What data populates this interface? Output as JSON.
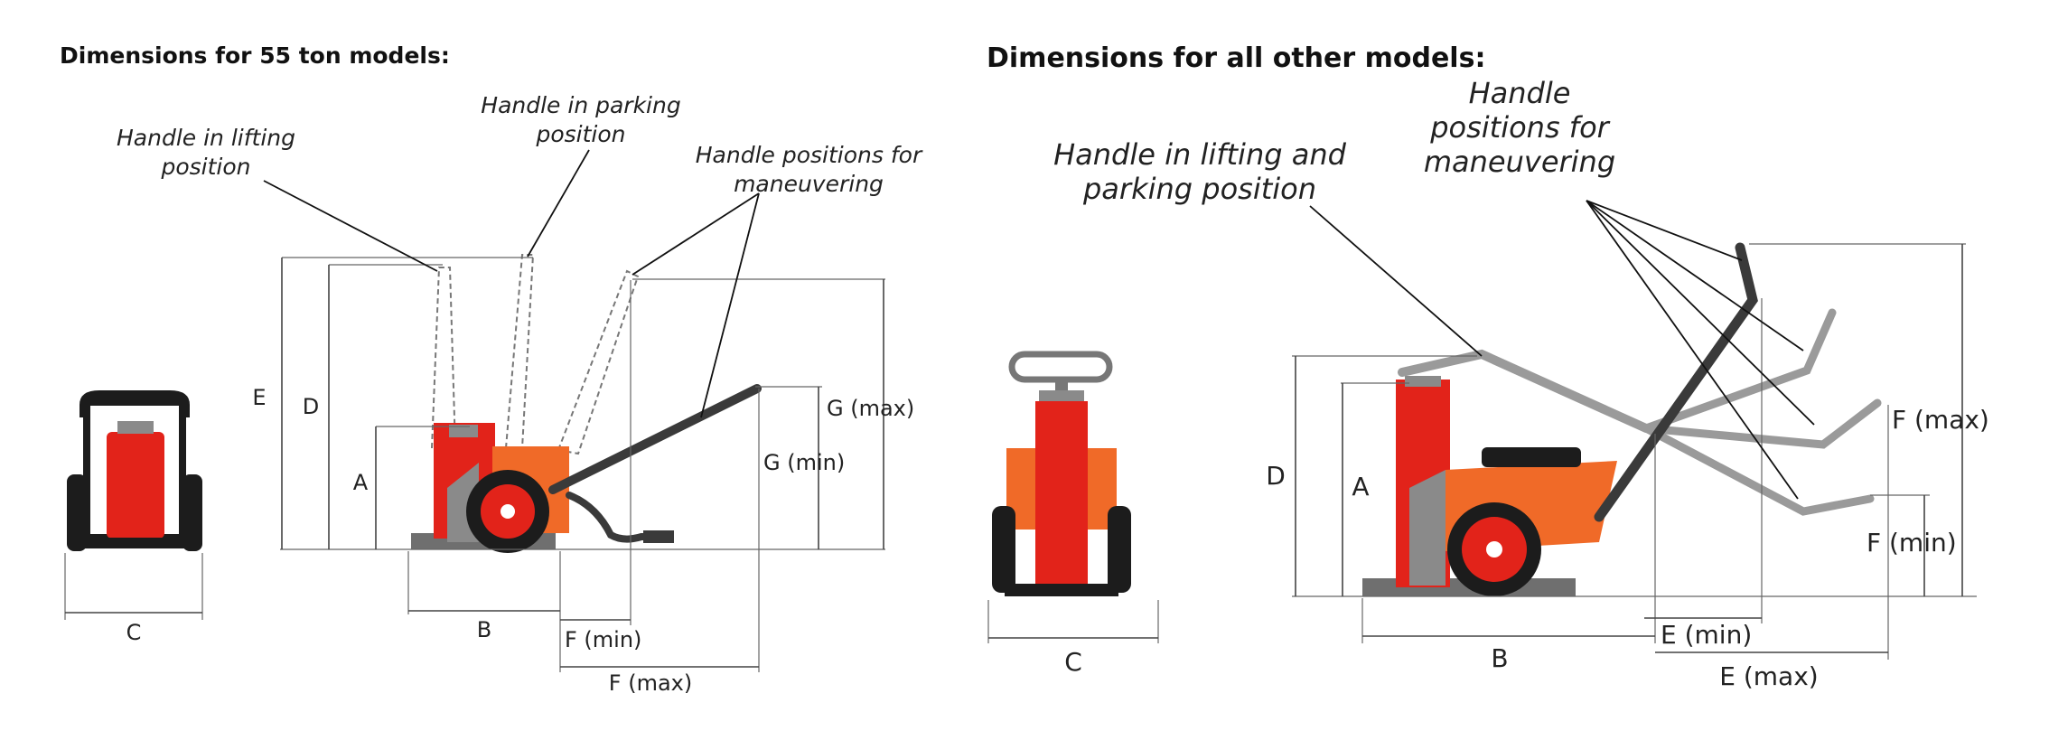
{
  "colors": {
    "body": "#e2231a",
    "chassis": "#f06a28",
    "steel": "#8a8a8a",
    "tire": "#1c1c1c",
    "handle": "#3a3a3a",
    "line": "#444444"
  },
  "left_panel": {
    "heading": "Dimensions for 55 ton models:",
    "callouts": {
      "lifting_line1": "Handle in lifting",
      "lifting_line2": "position",
      "parking_line1": "Handle in parking",
      "parking_line2": "position",
      "maneuver_line1": "Handle positions for",
      "maneuver_line2": "maneuvering"
    },
    "dims": {
      "A": "A",
      "B": "B",
      "C": "C",
      "D": "D",
      "E": "E",
      "F_min": "F (min)",
      "F_max": "F (max)",
      "G_min": "G (min)",
      "G_max": "G (max)"
    }
  },
  "right_panel": {
    "heading": "Dimensions for all other models:",
    "callouts": {
      "lift_park_line1": "Handle in lifting and",
      "lift_park_line2": "parking position",
      "maneuver_line1": "Handle",
      "maneuver_line2": "positions for",
      "maneuver_line3": "maneuvering"
    },
    "dims": {
      "A": "A",
      "B": "B",
      "C": "C",
      "D": "D",
      "E_min": "E (min)",
      "E_max": "E (max)",
      "F_min": "F (min)",
      "F_max": "F (max)"
    }
  }
}
